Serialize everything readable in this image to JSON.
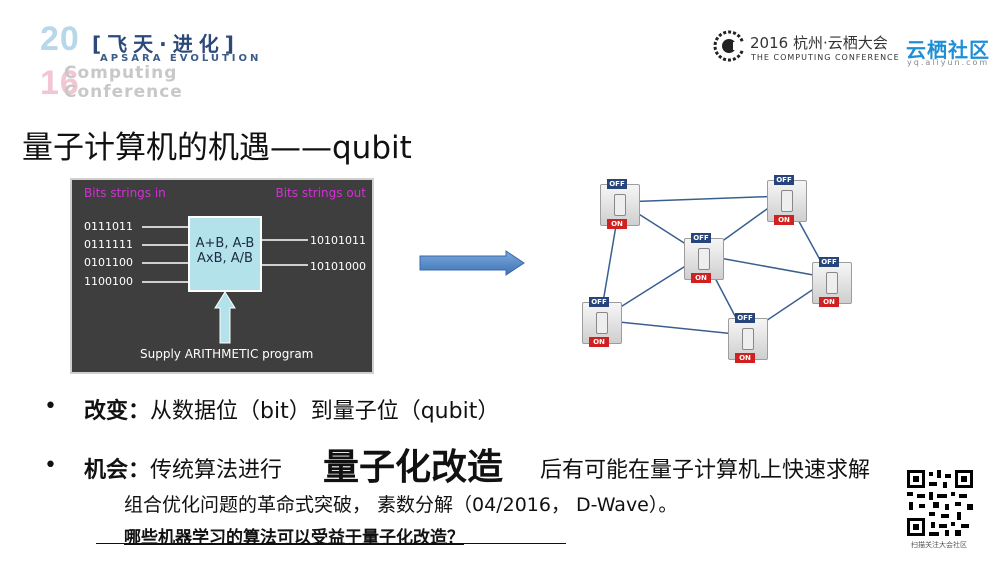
{
  "header": {
    "year_top": "20",
    "year_bottom": "16",
    "evolution_title": "[飞天·进化]",
    "evolution_sub": "APSARA EVOLUTION",
    "computing_1": "Computing",
    "computing_2": "Conference",
    "conf_title": "2016 杭州·云栖大会",
    "conf_sub": "THE COMPUTING CONFERENCE",
    "brand": "云栖社区",
    "brand_url": "yq.aliyun.com"
  },
  "slide": {
    "title": "量子计算机的机遇——qubit"
  },
  "diagram": {
    "label_in": "Bits strings in",
    "label_out": "Bits strings out",
    "inputs": [
      "0111011",
      "0111111",
      "0101100",
      "1100100"
    ],
    "outputs": [
      "10101011",
      "10101000"
    ],
    "ops_line1": "A+B, A-B",
    "ops_line2": "AxB, A/B",
    "supply": "Supply ARITHMETIC program"
  },
  "switches": {
    "off_label": "OFF",
    "on_label": "ON",
    "count": 6
  },
  "bullets": {
    "b1_key": "改变：",
    "b1_text": "从数据位（bit）到量子位（qubit）",
    "b2_key": "机会：",
    "b2_text": "传统算法进行",
    "b2_big": "量子化改造",
    "b2_rest": "后有可能在量子计算机上快速求解",
    "sub1": "组合优化问题的革命式突破，  素数分解（04/2016， D-Wave）。",
    "question": "哪些机器学习的算法可以受益于量子化改造？"
  },
  "qr": {
    "caption": "扫描关注大会社区"
  },
  "colors": {
    "accent_blue": "#1e8fd6",
    "panel_bg": "#3e3e3e",
    "calc_box": "#b4e2eb",
    "arrow": "#4f86c6",
    "pink_label": "#d42fd6"
  }
}
